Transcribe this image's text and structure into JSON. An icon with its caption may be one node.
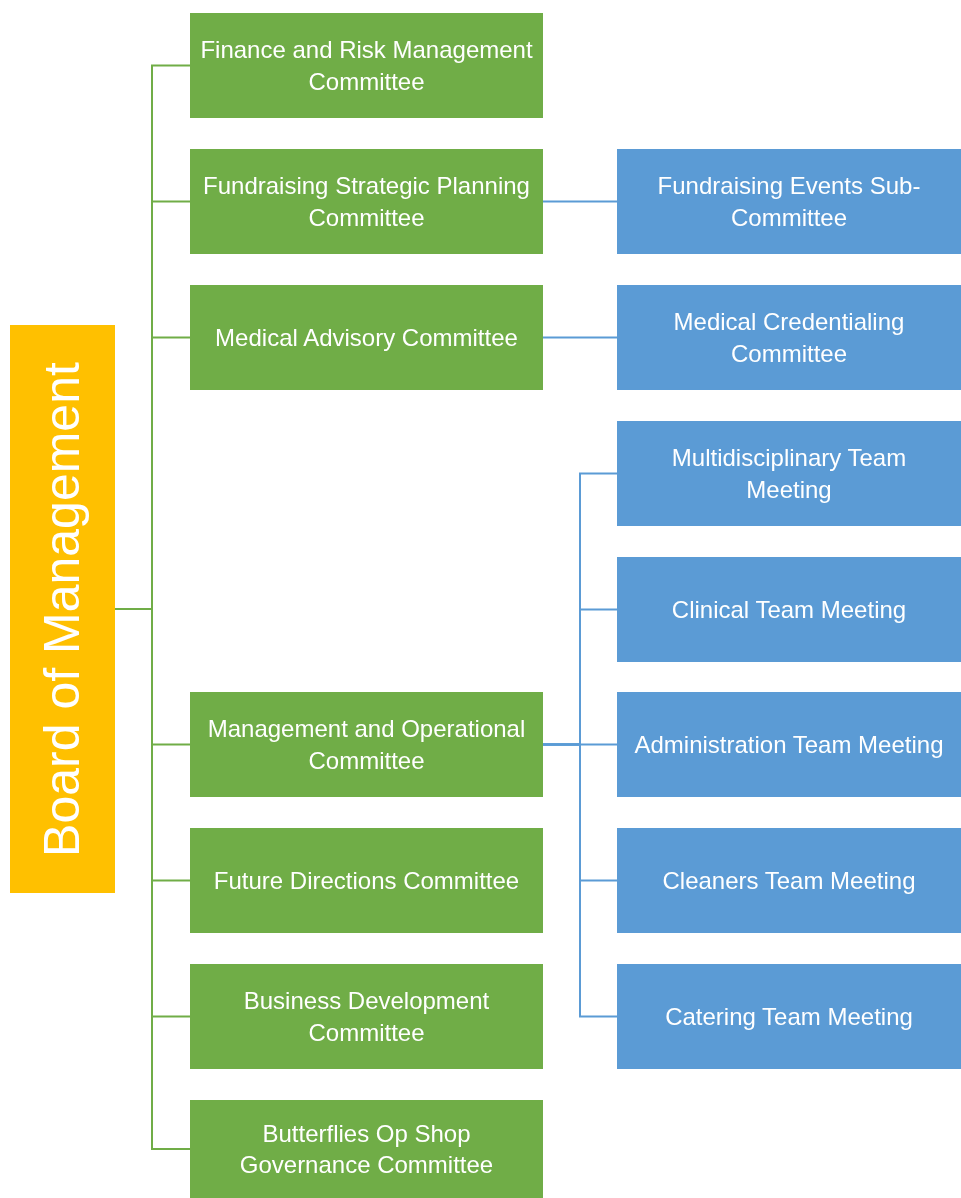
{
  "diagram": {
    "nodes": [
      {
        "text": [
          "Board of Management"
        ]
      },
      {
        "text": [
          "Finance and Risk Management Committee"
        ]
      },
      {
        "text": [
          "Fundraising Strategic Planning Committee"
        ]
      },
      {
        "text": [
          "Medical Advisory Committee"
        ]
      },
      {
        "text": [
          "Management and Operational Committee"
        ]
      },
      {
        "text": [
          "Future Directions Committee"
        ]
      },
      {
        "text": [
          "Business Development Committee"
        ]
      },
      {
        "text": [
          "Butterflies Op Shop Governance Committee"
        ]
      },
      {
        "text": [
          "Fundraising Events Sub-Committee"
        ]
      },
      {
        "text": [
          "Medical Credentialing Committee"
        ]
      },
      {
        "text": [
          "Multidisciplinary Team Meeting"
        ]
      },
      {
        "text": [
          "Clinical Team Meeting"
        ]
      },
      {
        "text": [
          "Administration Team Meeting"
        ]
      },
      {
        "text": [
          "Cleaners Team Meeting"
        ]
      },
      {
        "text": [
          "Catering Team Meeting"
        ]
      }
    ],
    "edges": [
      {
        "from": 0,
        "to": 1,
        "arrow": "none",
        "color": "#70ad47"
      },
      {
        "from": 0,
        "to": 2,
        "arrow": "none",
        "color": "#70ad47"
      },
      {
        "from": 0,
        "to": 3,
        "arrow": "none",
        "color": "#70ad47"
      },
      {
        "from": 0,
        "to": 4,
        "arrow": "none",
        "color": "#70ad47"
      },
      {
        "from": 0,
        "to": 5,
        "arrow": "none",
        "color": "#70ad47"
      },
      {
        "from": 0,
        "to": 6,
        "arrow": "none",
        "color": "#70ad47"
      },
      {
        "from": 0,
        "to": 7,
        "arrow": "none",
        "color": "#70ad47"
      },
      {
        "from": 2,
        "to": 8,
        "arrow": "none",
        "color": "#5b9bd5"
      },
      {
        "from": 3,
        "to": 9,
        "arrow": "none",
        "color": "#5b9bd5"
      },
      {
        "from": 4,
        "to": 10,
        "arrow": "none",
        "color": "#5b9bd5"
      },
      {
        "from": 4,
        "to": 11,
        "arrow": "none",
        "color": "#5b9bd5"
      },
      {
        "from": 4,
        "to": 12,
        "arrow": "none",
        "color": "#5b9bd5"
      },
      {
        "from": 4,
        "to": 13,
        "arrow": "none",
        "color": "#5b9bd5"
      },
      {
        "from": 4,
        "to": 14,
        "arrow": "none",
        "color": "#5b9bd5"
      }
    ]
  }
}
